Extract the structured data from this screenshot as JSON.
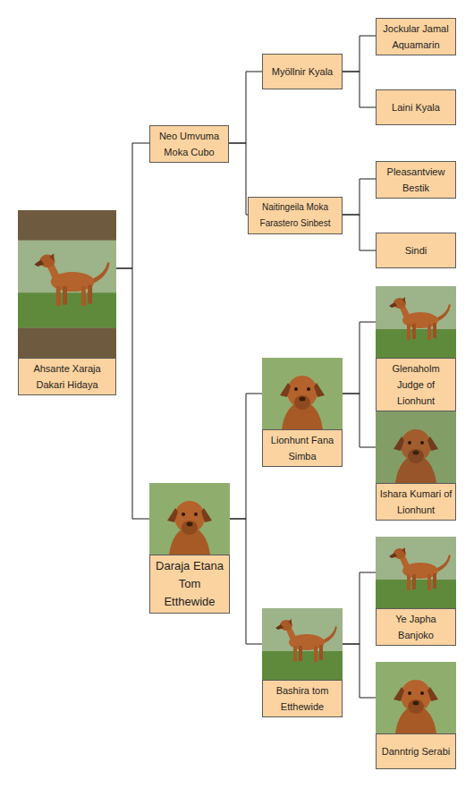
{
  "diagram": {
    "nodes": [
      {
        "text": [
          "Ahsante Xaraja Dakari Hidaya"
        ]
      },
      {
        "text": [
          "Neo Umvuma Moka Cubo"
        ]
      },
      {
        "text": [
          "Myöllnir Kyala"
        ]
      },
      {
        "text": [
          "Jockular Jamal Aquamarin"
        ]
      },
      {
        "text": [
          "Laini Kyala"
        ]
      },
      {
        "text": [
          "Naitingeila Moka Farastero Sinbest"
        ]
      },
      {
        "text": [
          "Pleasantview Bestik"
        ]
      },
      {
        "text": [
          "Sindi"
        ]
      },
      {
        "text": [
          "Daraja Etana Tom Etthewide"
        ]
      },
      {
        "text": [
          "Lionhunt Fana Simba"
        ]
      },
      {
        "text": [
          "Glenaholm Judge of Lionhunt"
        ]
      },
      {
        "text": [
          "Ishara Kumari of Lionhunt"
        ]
      },
      {
        "text": [
          "Bashira tom Etthewide"
        ]
      },
      {
        "text": [
          "Ye Japha Banjoko"
        ]
      },
      {
        "text": [
          "Danntrig Serabi"
        ]
      }
    ],
    "edges": [
      {
        "from": 0,
        "to": 1,
        "arrow": "none"
      },
      {
        "from": 0,
        "to": 8,
        "arrow": "none"
      },
      {
        "from": 1,
        "to": 2,
        "arrow": "none"
      },
      {
        "from": 1,
        "to": 5,
        "arrow": "none"
      },
      {
        "from": 2,
        "to": 3,
        "arrow": "none"
      },
      {
        "from": 2,
        "to": 4,
        "arrow": "none"
      },
      {
        "from": 5,
        "to": 6,
        "arrow": "none"
      },
      {
        "from": 5,
        "to": 7,
        "arrow": "none"
      },
      {
        "from": 8,
        "to": 9,
        "arrow": "none"
      },
      {
        "from": 8,
        "to": 12,
        "arrow": "none"
      },
      {
        "from": 9,
        "to": 10,
        "arrow": "none"
      },
      {
        "from": 9,
        "to": 11,
        "arrow": "none"
      },
      {
        "from": 12,
        "to": 13,
        "arrow": "none"
      },
      {
        "from": 12,
        "to": 14,
        "arrow": "none"
      }
    ]
  }
}
